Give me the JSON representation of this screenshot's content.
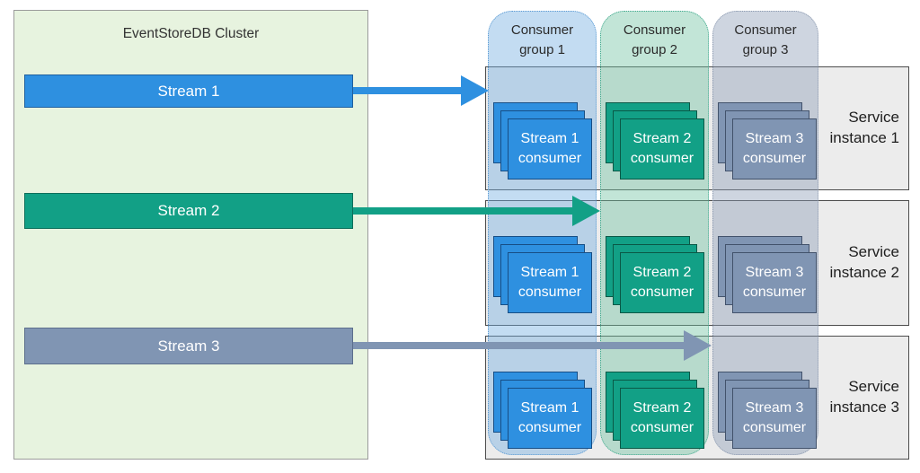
{
  "cluster": {
    "title": "EventStoreDB Cluster",
    "streams": [
      {
        "label": "Stream 1",
        "color": "#2e90e0",
        "border": "#1e5f9e"
      },
      {
        "label": "Stream 2",
        "color": "#12a086",
        "border": "#0c6e5a"
      },
      {
        "label": "Stream 3",
        "color": "#8095b3",
        "border": "#5c6e8c"
      }
    ]
  },
  "consumer_groups": [
    {
      "label": "Consumer group 1",
      "fill": "#c3dcf2",
      "border": "#5c9bd3"
    },
    {
      "label": "Consumer group 2",
      "fill": "#c2e5d7",
      "border": "#3fa98e"
    },
    {
      "label": "Consumer group 3",
      "fill": "#ced5e0",
      "border": "#8d9ab0"
    }
  ],
  "service_instances": [
    {
      "label": "Service instance 1"
    },
    {
      "label": "Service instance 2"
    },
    {
      "label": "Service instance 3"
    }
  ],
  "consumers": {
    "rows": [
      [
        "Stream 1 consumer",
        "Stream 2 consumer",
        "Stream 3 consumer"
      ],
      [
        "Stream 1 consumer",
        "Stream 2 consumer",
        "Stream 3 consumer"
      ],
      [
        "Stream 1 consumer",
        "Stream 2 consumer",
        "Stream 3 consumer"
      ]
    ]
  }
}
